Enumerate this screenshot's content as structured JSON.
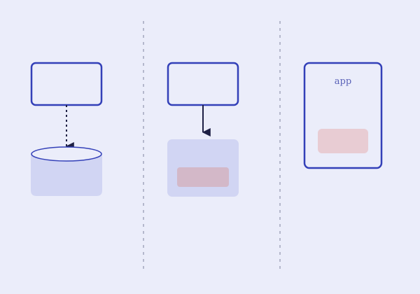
{
  "diagram": {
    "panels": [
      {
        "id": "external-store",
        "connector": "dashed-arrow",
        "target": "cylinder-database"
      },
      {
        "id": "embedded-store",
        "connector": "solid-arrow",
        "target": "container-with-block"
      },
      {
        "id": "in-app-store",
        "container_label": "app"
      }
    ]
  },
  "colors": {
    "background": "#ebedfa",
    "stroke": "#3340b8",
    "arrow": "#1e2044",
    "fill_lavender": "#d1d5f3",
    "fill_pink_dark": "#d3b8c8",
    "fill_pink_light": "#e8ccd3",
    "divider": "#b4b8cc",
    "label": "#5a62b8"
  }
}
